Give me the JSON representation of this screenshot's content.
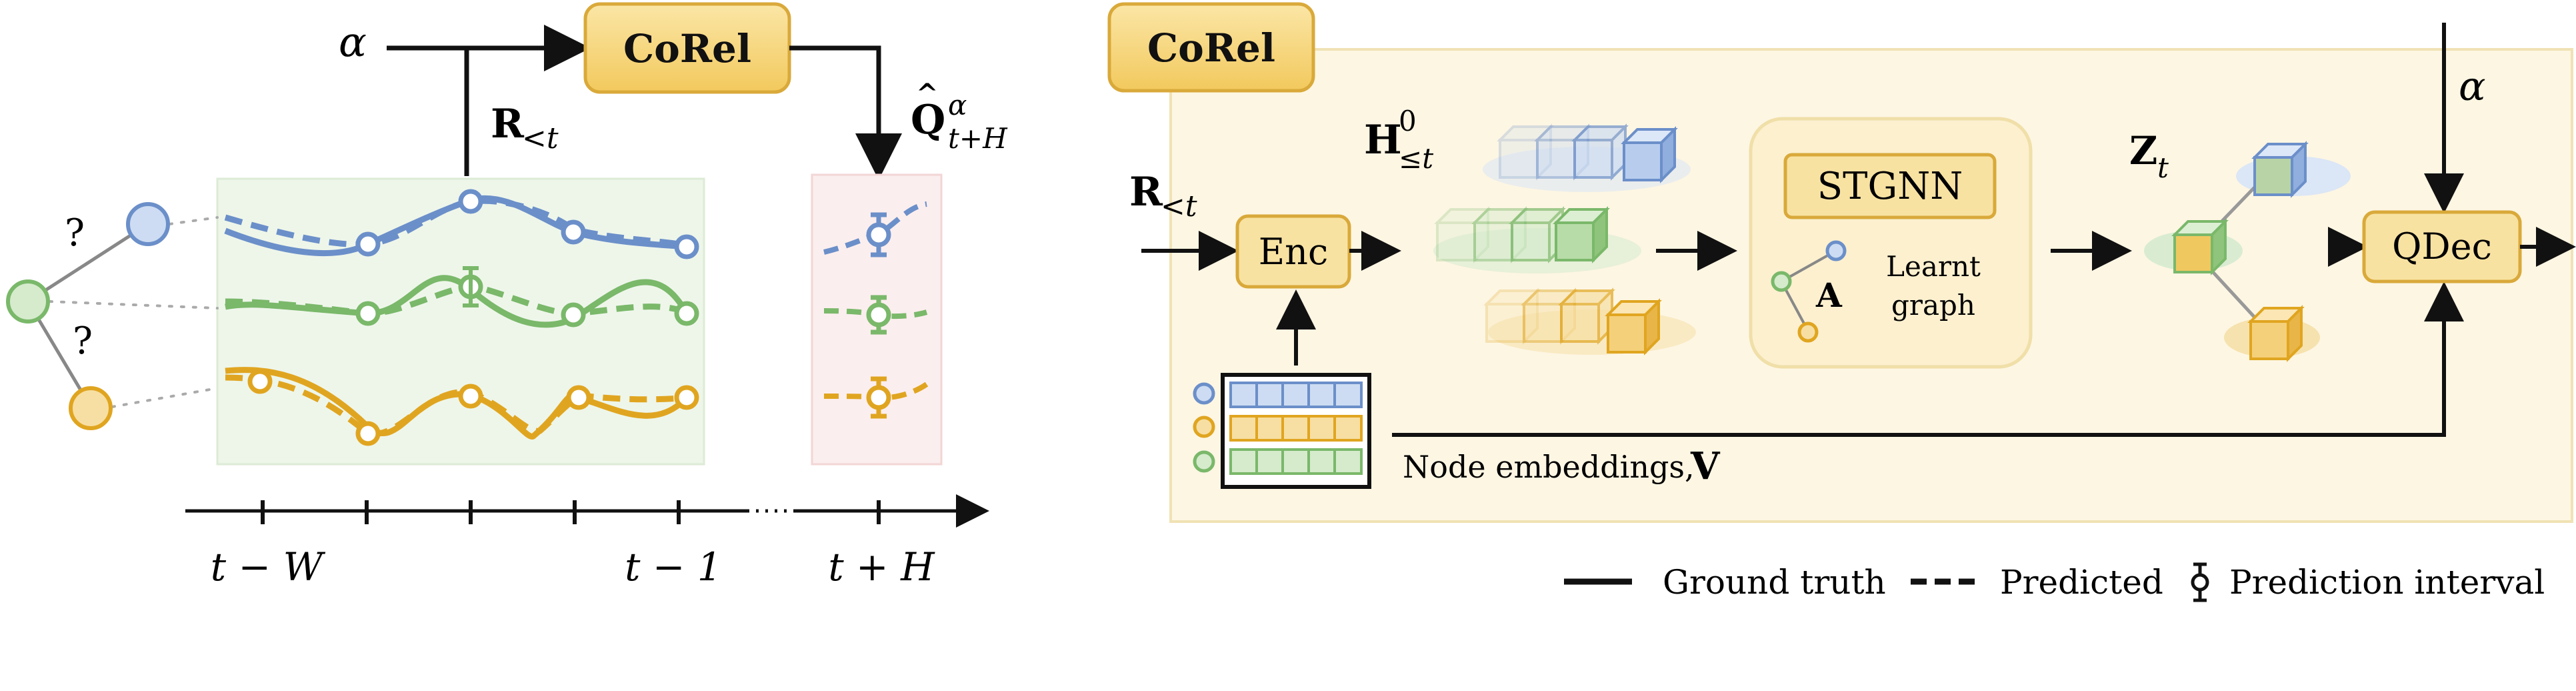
{
  "left_panel": {
    "alpha": "α",
    "corel_label": "CoRel",
    "r_lt_main": "R",
    "r_lt_sub": "<t",
    "q_hat_main": "Q",
    "q_hat_sup": "α",
    "q_hat_sub": "t+H",
    "question_mark": "?",
    "axis_tick_labels": {
      "t_minus_w": "t − W",
      "t_minus_1": "t − 1",
      "t_plus_h": "t + H"
    }
  },
  "right_panel": {
    "corel_label": "CoRel",
    "r_lt_main": "R",
    "r_lt_sub": "<t",
    "enc_label": "Enc",
    "h_main": "H",
    "h_sup": "0",
    "h_sub": "≤t",
    "stgnn_label": "STGNN",
    "a_label": "A",
    "learnt_graph_line1": "Learnt",
    "learnt_graph_line2": "graph",
    "z_main": "Z",
    "z_sub": "t",
    "alpha": "α",
    "qdec_label": "QDec",
    "node_embeddings_label": "Node embeddings,",
    "node_embeddings_symbol": "V"
  },
  "legend": {
    "ground_truth": "Ground truth",
    "predicted": "Predicted",
    "prediction_interval": "Prediction interval"
  },
  "colors": {
    "blue": "#6b8fc9",
    "blue_fill": "#cddcf2",
    "green": "#7ab86a",
    "green_fill": "#d5ebcc",
    "orange": "#e0a520",
    "orange_fill": "#f7dfa3",
    "box_gold": "#f5d27a",
    "box_gold_border": "#d9a93a",
    "panel_fill": "#fdf6e3",
    "panel_border": "#f0e2b5",
    "window_fill": "#eef6ea",
    "horizon_fill": "#fbeeee"
  }
}
